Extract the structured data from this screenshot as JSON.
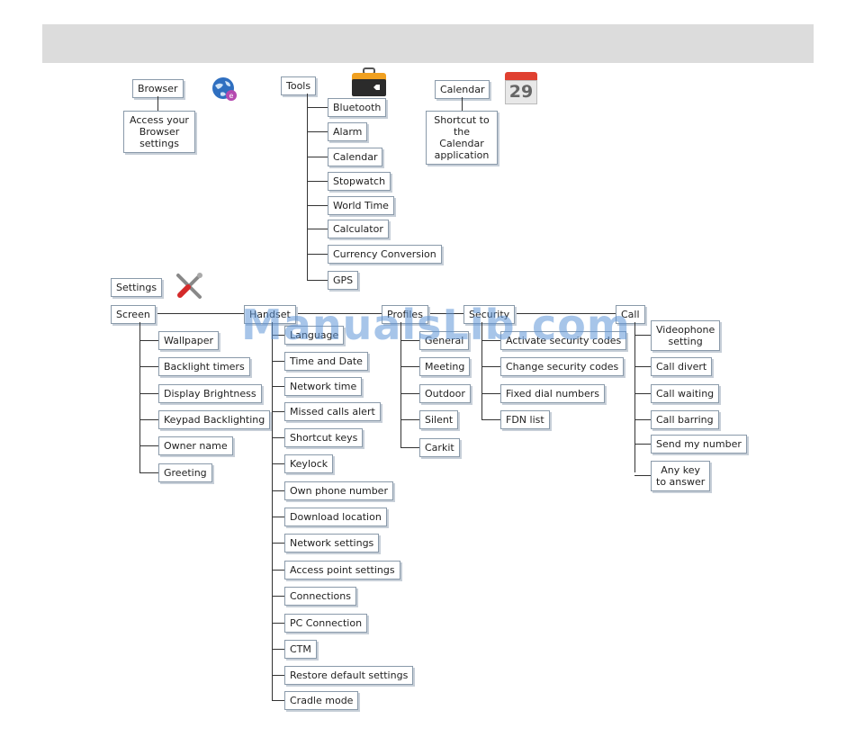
{
  "browser": {
    "title": "Browser",
    "desc": "Access your\nBrowser\nsettings"
  },
  "tools": {
    "title": "Tools",
    "items": [
      "Bluetooth",
      "Alarm",
      "Calendar",
      "Stopwatch",
      "World Time",
      "Calculator",
      "Currency Conversion",
      "GPS"
    ]
  },
  "calendar": {
    "title": "Calendar",
    "desc": "Shortcut to\nthe Calendar\napplication",
    "icon_day": "29"
  },
  "settings": {
    "title": "Settings"
  },
  "screen": {
    "title": "Screen",
    "items": [
      "Wallpaper",
      "Backlight timers",
      "Display Brightness",
      "Keypad Backlighting",
      "Owner name",
      "Greeting"
    ]
  },
  "handset": {
    "title": "Handset",
    "items": [
      "Language",
      "Time and Date",
      "Network time",
      "Missed calls alert",
      "Shortcut keys",
      "Keylock",
      "Own phone number",
      "Download location",
      "Network settings",
      "Access point settings",
      "Connections",
      "PC Connection",
      "CTM",
      "Restore default settings",
      "Cradle mode"
    ]
  },
  "profiles": {
    "title": "Profiles",
    "items": [
      "General",
      "Meeting",
      "Outdoor",
      "Silent",
      "Carkit"
    ]
  },
  "security": {
    "title": "Security",
    "items": [
      "Activate security codes",
      "Change security codes",
      "Fixed dial numbers",
      "FDN list"
    ]
  },
  "call": {
    "title": "Call",
    "items": [
      "Videophone\nsetting",
      "Call divert",
      "Call waiting",
      "Call barring",
      "Send my number",
      "Any key\nto answer"
    ]
  },
  "watermark": "ManualsLib.com",
  "colors": {
    "header_bar": "#dcdcdc",
    "box_border": "#8a9aaa",
    "watermark": "#5f96d7"
  },
  "icons": [
    "globe-icon",
    "toolbox-icon",
    "calendar-icon",
    "tools-cross-icon"
  ]
}
